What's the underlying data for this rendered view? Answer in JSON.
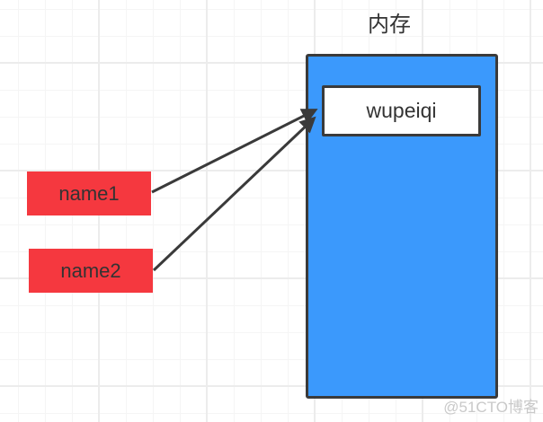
{
  "diagram": {
    "title": "内存",
    "value_box": {
      "label": "wupeiqi"
    },
    "variables": [
      {
        "label": "name1"
      },
      {
        "label": "name2"
      }
    ],
    "colors": {
      "box-blue": "#3b99fc",
      "box-red": "#f5383f",
      "stroke-dark": "#3a3a3a",
      "text-dark": "#333333",
      "watermark-gray": "#c9c9c9"
    }
  },
  "watermark": {
    "text": "@51CTO博客"
  }
}
